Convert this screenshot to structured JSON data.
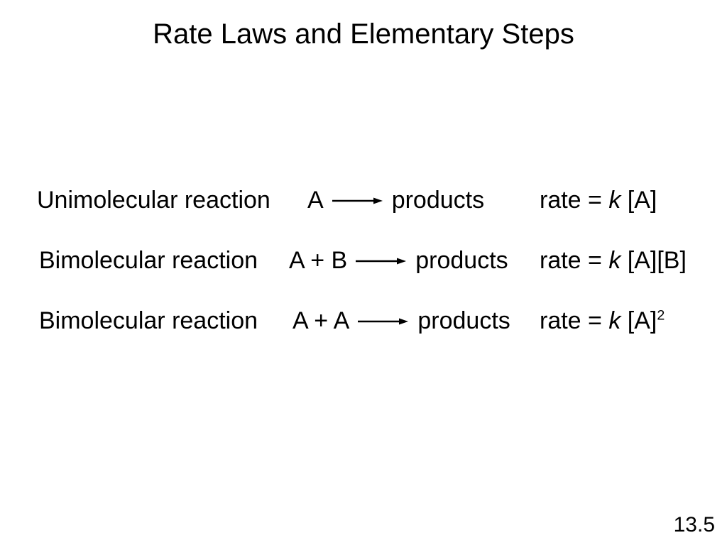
{
  "slide": {
    "title": "Rate Laws and Elementary Steps",
    "page_number": "13.5",
    "colors": {
      "background": "#ffffff",
      "text": "#000000",
      "arrow": "#000000"
    },
    "icons": {
      "arrow": "arrow-right-icon"
    },
    "rows": [
      {
        "label": "Unimolecular reaction",
        "reactants": "A",
        "products_label": "products",
        "rate_prefix": "rate = ",
        "rate_constant": "k",
        "rate_expression": " [A]",
        "rate_exponent": ""
      },
      {
        "label": "Bimolecular reaction",
        "reactants": "A + B",
        "products_label": "products",
        "rate_prefix": "rate = ",
        "rate_constant": "k",
        "rate_expression": " [A][B]",
        "rate_exponent": ""
      },
      {
        "label": "Bimolecular reaction",
        "reactants": "A + A",
        "products_label": "products",
        "rate_prefix": "rate = ",
        "rate_constant": "k",
        "rate_expression": " [A]",
        "rate_exponent": "2"
      }
    ]
  }
}
